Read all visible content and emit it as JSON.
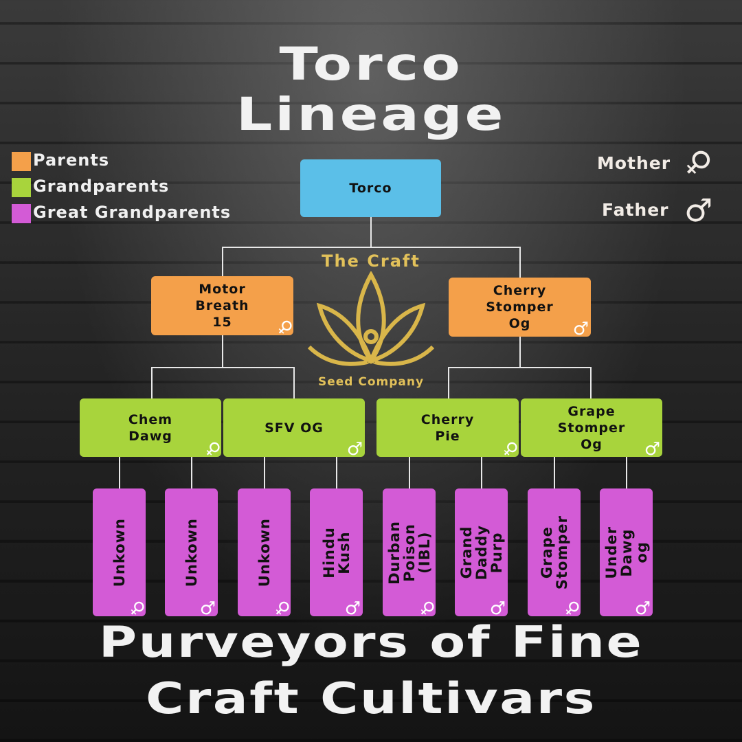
{
  "title": {
    "line1": "Torco",
    "line2": "Lineage"
  },
  "legend": [
    {
      "label": "Parents",
      "color": "#f4a04a"
    },
    {
      "label": "Grandparents",
      "color": "#a8d43c"
    },
    {
      "label": "Great Grandparents",
      "color": "#d35bd6"
    }
  ],
  "key": {
    "mother": "Mother",
    "mother_symbol": "♀",
    "father": "Father",
    "father_symbol": "♂"
  },
  "logo": {
    "top": "The Craft",
    "bottom": "Seed Company"
  },
  "root": {
    "name": "Torco",
    "color": "#5bbfe8"
  },
  "parents": [
    {
      "name": "Motor\nBreath\n15",
      "sex": "♀"
    },
    {
      "name": "Cherry\nStomper\nOg",
      "sex": "♂"
    }
  ],
  "grandparents": [
    {
      "name": "Chem\nDawg",
      "sex": "♀"
    },
    {
      "name": "SFV OG",
      "sex": "♂"
    },
    {
      "name": "Cherry\nPie",
      "sex": "♀"
    },
    {
      "name": "Grape\nStomper\nOg",
      "sex": "♂"
    }
  ],
  "great_grandparents": [
    {
      "name": "Unkown",
      "sex": "♀"
    },
    {
      "name": "Unkown",
      "sex": "♂"
    },
    {
      "name": "Unkown",
      "sex": "♀"
    },
    {
      "name": "Hindu\nKush",
      "sex": "♂"
    },
    {
      "name": "Durban\nPoison\n(IBL)",
      "sex": "♀"
    },
    {
      "name": "Grand\nDaddy\nPurp",
      "sex": "♂"
    },
    {
      "name": "Grape\nStomper",
      "sex": "♀"
    },
    {
      "name": "Under\nDawg\nog",
      "sex": "♂"
    }
  ],
  "footer": {
    "line1": "Purveyors of Fine",
    "line2": "Craft Cultivars"
  }
}
